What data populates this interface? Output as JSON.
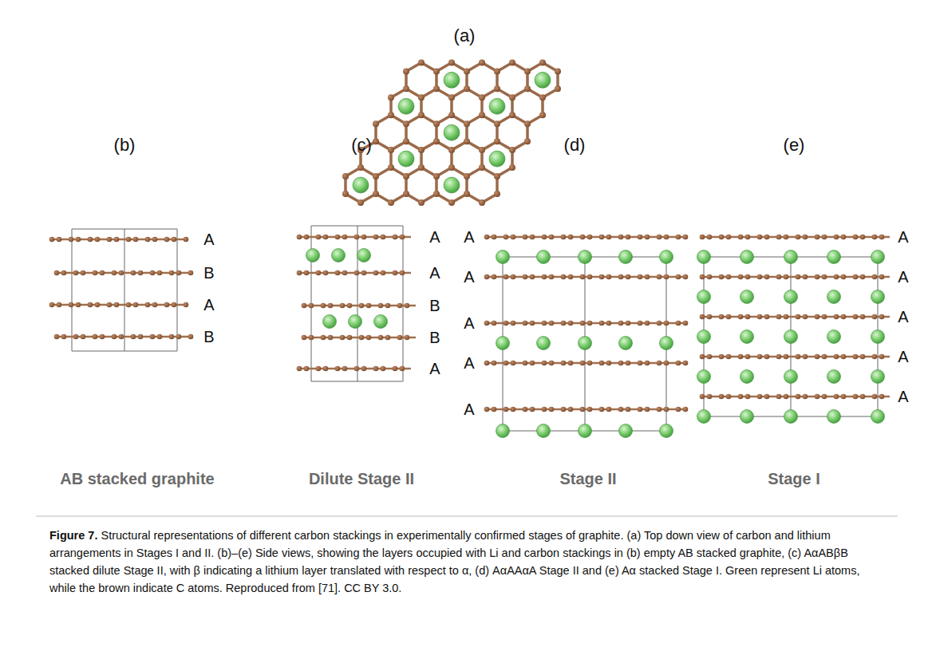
{
  "diagram": {
    "caption": "Figure 7. Structural representations of different carbon stackings in experimentally confirmed stages of graphite. (a) Top down view of carbon and lithium arrangements in Stages I and II. (b)–(e) Side views, showing the layers occupied with Li and carbon stackings in (b) empty AB stacked graphite, (c) AαABβB stacked dilute Stage II, with β indicating a lithium layer translated with respect to α, (d) AαAAαA Stage II and (e) Aα stacked Stage I. Green represent Li atoms, while the brown indicate C atoms. Reproduced from [71]. CC BY 3.0.",
    "labels": [
      "(a)",
      "(b)",
      "(c)",
      "(d)",
      "(e)",
      "A",
      "B",
      "A",
      "B",
      "A",
      "A",
      "B",
      "B",
      "A",
      "A",
      "A",
      "A",
      "A",
      "A",
      "A",
      "A",
      "A",
      "A",
      "A",
      "AB stacked graphite",
      "Dilute Stage II",
      "Stage II",
      "Stage I"
    ]
  }
}
